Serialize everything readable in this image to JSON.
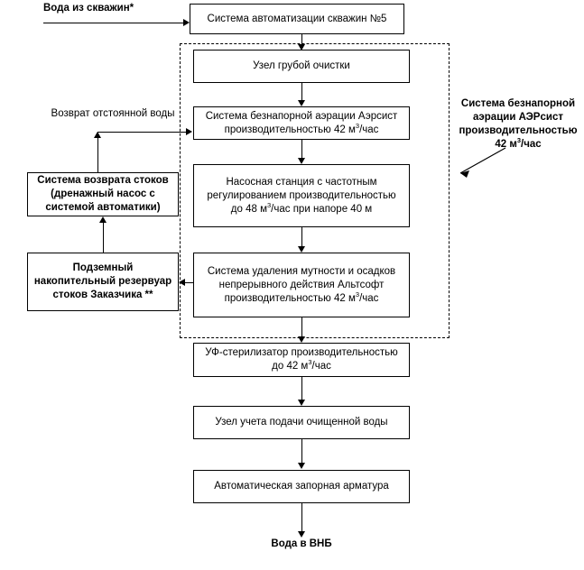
{
  "diagram": {
    "title_input_label": "Вода из скважин*",
    "title_output_label": "Вода в ВНБ",
    "return_water_label": "Возврат отстоянной воды",
    "group_label": "Система безнапорной аэрации АЭРсист производительностью 42 м³/час",
    "group_label_lines": [
      "Система безнапорной",
      "аэрации АЭРсист",
      "производительностью",
      "42 м³/час"
    ],
    "main_nodes": [
      {
        "id": "automation",
        "lines": [
          "Система автоматизации скважин №5"
        ],
        "bold": false
      },
      {
        "id": "coarse-cleaning",
        "lines": [
          "Узел грубой очистки"
        ],
        "bold": false
      },
      {
        "id": "aeration",
        "lines": [
          "Система безнапорной аэрации Аэрсист",
          "производительностью 42 м³/час"
        ],
        "bold": false
      },
      {
        "id": "pump-station",
        "lines": [
          "Насосная станция  с частотным",
          "регулированием производительностью",
          "до 48 м³/час при напоре 40 м"
        ],
        "bold": false
      },
      {
        "id": "turbidity-removal",
        "lines": [
          "Система удаления мутности и осадков",
          "непрерывного действия Альтсофт",
          "производительностью 42 м³/час"
        ],
        "bold": false
      },
      {
        "id": "uv-sterilizer",
        "lines": [
          "УФ-стерилизатор производительностью",
          "до 42 м³/час"
        ],
        "bold": false
      },
      {
        "id": "water-metering",
        "lines": [
          "Узел учета подачи очищенной воды"
        ],
        "bold": false
      },
      {
        "id": "shutoff-valves",
        "lines": [
          "Автоматическая запорная арматура"
        ],
        "bold": false
      }
    ],
    "side_nodes": [
      {
        "id": "drain-return-system",
        "lines": [
          "Система возврата стоков",
          "(дренажный насос с",
          "системой автоматики)"
        ],
        "bold": true
      },
      {
        "id": "underground-reservoir",
        "lines": [
          "Подземный",
          "накопительный резервуар",
          "стоков Заказчика **"
        ],
        "bold": true
      }
    ],
    "colors": {
      "line": "#000000",
      "box_fill": "#ffffff",
      "background": "#ffffff"
    }
  }
}
